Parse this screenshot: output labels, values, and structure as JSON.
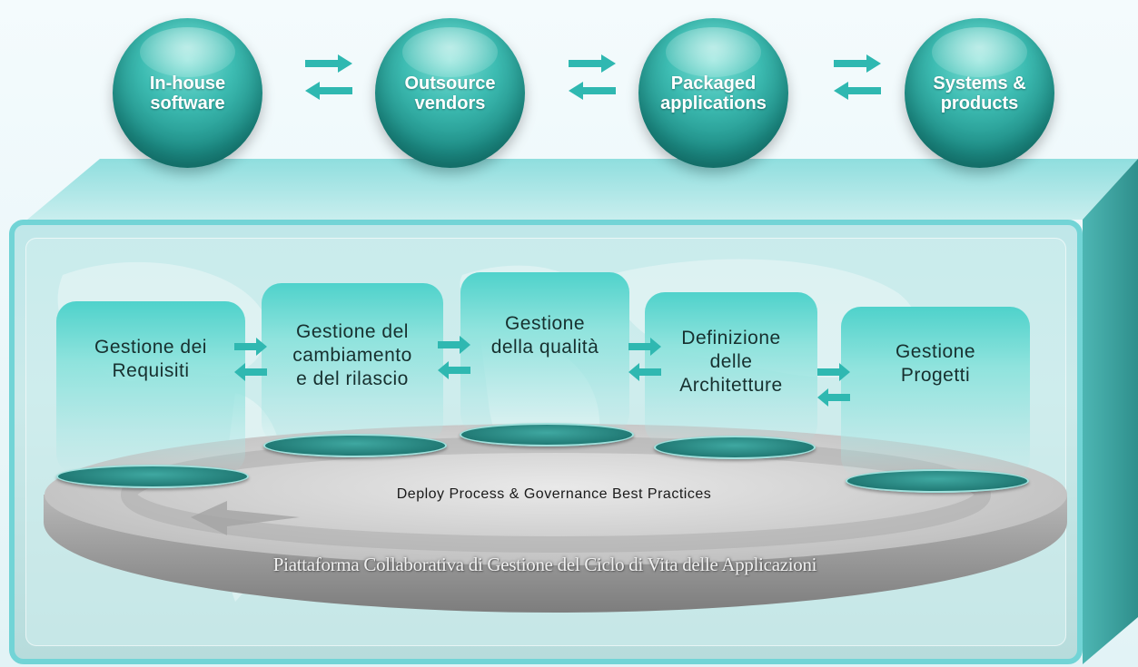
{
  "spheres": [
    {
      "label": "In-house\nsoftware"
    },
    {
      "label": "Outsource\nvendors"
    },
    {
      "label": "Packaged\napplications"
    },
    {
      "label": "Systems &\nproducts"
    }
  ],
  "processes": [
    {
      "label": "Gestione  dei\nRequisiti"
    },
    {
      "label": "Gestione del\ncambiamento\ne del rilascio"
    },
    {
      "label": "Gestione\ndella qualità"
    },
    {
      "label": "Definizione\ndelle\nArchitetture"
    },
    {
      "label": "Gestione\nProgetti"
    }
  ],
  "platform": {
    "caption": "Deploy Process & Governance Best Practices",
    "title": "Piattaforma Collaborativa di Gestione del Ciclo di Vita delle Applicazioni"
  },
  "colors": {
    "teal_dark": "#1f8f88",
    "teal_light": "#4fd2cb",
    "box_border": "#72d4d6"
  }
}
